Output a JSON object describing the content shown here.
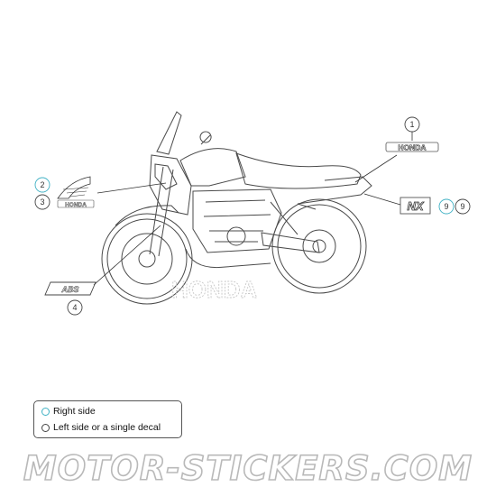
{
  "callouts": [
    {
      "id": "c1",
      "number": "1",
      "side": "left"
    },
    {
      "id": "c2",
      "number": "2",
      "side": "right"
    },
    {
      "id": "c3",
      "number": "3",
      "side": "left"
    },
    {
      "id": "c4",
      "number": "4",
      "side": "left"
    },
    {
      "id": "c9r",
      "number": "9",
      "side": "right"
    },
    {
      "id": "c9l",
      "number": "9",
      "side": "left"
    }
  ],
  "decals": {
    "tank_logo": "HONDA",
    "tail_logo": "HONDA",
    "side_badge": "NX",
    "fork_sticker": "ABS",
    "wheel_text": "HONDA"
  },
  "legend": {
    "right_side": "Right side",
    "left_side": "Left side or a single decal"
  },
  "colors": {
    "right_side": "#3fb1c4",
    "left_side": "#444444"
  },
  "watermark": "MOTOR-STICKERS.COM"
}
